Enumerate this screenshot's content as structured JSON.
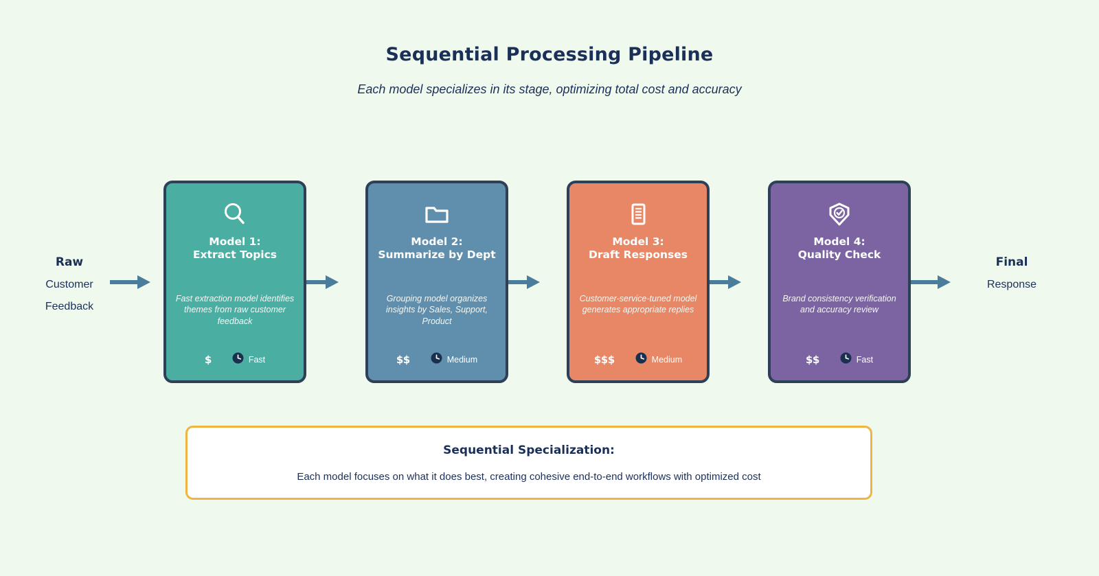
{
  "header": {
    "title": "Sequential Processing Pipeline",
    "subtitle": "Each model specializes in its stage, optimizing total cost and accuracy"
  },
  "input": {
    "strong": "Raw",
    "line1": "Customer",
    "line2": "Feedback"
  },
  "output": {
    "strong": "Final",
    "line1": "Response"
  },
  "stages": [
    {
      "icon": "search-icon",
      "title_line1": "Model 1:",
      "title_line2": "Extract Topics",
      "description": "Fast extraction model identifies themes from raw customer feedback",
      "cost": "$",
      "speed": "Fast",
      "color": "#4aafa2"
    },
    {
      "icon": "folder-icon",
      "title_line1": "Model 2:",
      "title_line2": "Summarize by Dept",
      "description": "Grouping model organizes insights by Sales, Support, Product",
      "cost": "$$",
      "speed": "Medium",
      "color": "#5f8fac"
    },
    {
      "icon": "document-icon",
      "title_line1": "Model 3:",
      "title_line2": "Draft Responses",
      "description": "Customer-service-tuned model generates appropriate replies",
      "cost": "$$$",
      "speed": "Medium",
      "color": "#e88765"
    },
    {
      "icon": "shield-check-icon",
      "title_line1": "Model 4:",
      "title_line2": "Quality Check",
      "description": "Brand consistency verification and accuracy review",
      "cost": "$$",
      "speed": "Fast",
      "color": "#7c64a2"
    }
  ],
  "callout": {
    "title": "Sequential Specialization:",
    "body": "Each model focuses on what it does best, creating cohesive end-to-end workflows with optimized cost"
  },
  "colors": {
    "background": "#f0f9ee",
    "card_border": "#2e4057",
    "arrow": "#4a7c9b",
    "text_dark": "#1b3058",
    "callout_border": "#efb441",
    "clock": "#1b2f4e"
  }
}
